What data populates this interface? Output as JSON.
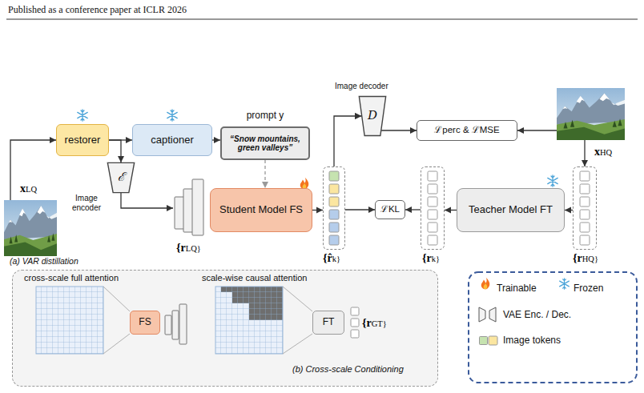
{
  "diagram": {
    "nodes": [
      {
        "text": [
          "xLQ"
        ]
      },
      {
        "text": [
          "restorer"
        ]
      },
      {
        "text": [
          "captioner"
        ]
      },
      {
        "text": [
          "prompt y",
          "“Snow mountains, green valleys”"
        ]
      },
      {
        "text": [
          "ℰ"
        ]
      },
      {
        "text": [
          "{rLQ}"
        ]
      },
      {
        "text": [
          "Student Model FS"
        ]
      },
      {
        "text": [
          "{r̂k}"
        ]
      },
      {
        "text": [
          "D"
        ]
      },
      {
        "text": [
          "ℒperc & ℒMSE"
        ]
      },
      {
        "text": [
          "ℒKL"
        ]
      },
      {
        "text": [
          "{rk}"
        ]
      },
      {
        "text": [
          "Teacher Model FT"
        ]
      },
      {
        "text": [
          "xHQ"
        ]
      },
      {
        "text": [
          "{rHQ}"
        ]
      },
      {
        "text": [
          "(b) Cross-scale Conditioning"
        ]
      },
      {
        "text": [
          "FS"
        ],
        "in": 15
      },
      {
        "text": [
          "FT"
        ],
        "in": 15
      },
      {
        "text": [
          "{rGT}"
        ],
        "in": 15
      }
    ],
    "edges": [
      {
        "from": 0,
        "to": 1,
        "arrow": "to"
      },
      {
        "from": 1,
        "to": 2,
        "arrow": "to"
      },
      {
        "from": 2,
        "to": 3,
        "arrow": "to"
      },
      {
        "from": 1,
        "to": 4,
        "arrow": "to"
      },
      {
        "from": 4,
        "to": 5,
        "arrow": "to"
      },
      {
        "from": 3,
        "to": 6,
        "arrow": "to"
      },
      {
        "from": 6,
        "to": 7,
        "arrow": "to"
      },
      {
        "from": 7,
        "to": 8,
        "arrow": "to"
      },
      {
        "from": 8,
        "to": 9,
        "arrow": "to"
      },
      {
        "from": 13,
        "to": 9,
        "arrow": "to"
      },
      {
        "from": 13,
        "to": 14,
        "arrow": "to"
      },
      {
        "from": 14,
        "to": 12,
        "arrow": "to"
      },
      {
        "from": 12,
        "to": 11,
        "arrow": "to"
      },
      {
        "from": 11,
        "to": 10,
        "arrow": "to"
      },
      {
        "from": 7,
        "to": 10,
        "arrow": "to"
      }
    ],
    "labels": [
      "Published as a conference paper at ICLR 2026",
      "Image encoder",
      "Image decoder",
      "(a) VAR distillation",
      "cross-scale full attention",
      "scale-wise causal attention"
    ],
    "legend": [
      {
        "text": "Trainable"
      },
      {
        "text": "Frozen"
      },
      {
        "text": "VAE Enc. / Dec."
      },
      {
        "text": "Image tokens",
        "color": "#c6e3b0"
      }
    ]
  }
}
